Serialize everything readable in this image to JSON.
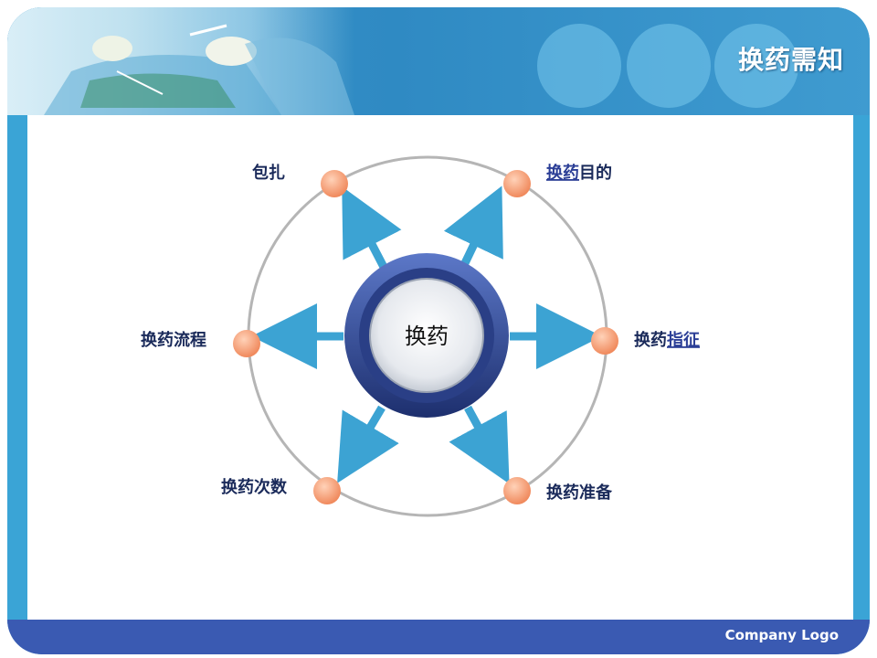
{
  "header": {
    "title": "换药需知"
  },
  "footer": {
    "company": "Company Logo"
  },
  "diagram": {
    "center": "换药",
    "nodes": {
      "top_left": "包扎",
      "top_right_link": "换药",
      "top_right_rest": "目的",
      "right_plain": "换药",
      "right_link": "指征",
      "left": "换药流程",
      "bottom_left": "换药次数",
      "bottom_right": "换药准备"
    }
  },
  "colors": {
    "arrow": "#3ca3d3",
    "node": "#f5a07a",
    "ring": "#b5b5b5",
    "hub": "#2e4a8f"
  }
}
